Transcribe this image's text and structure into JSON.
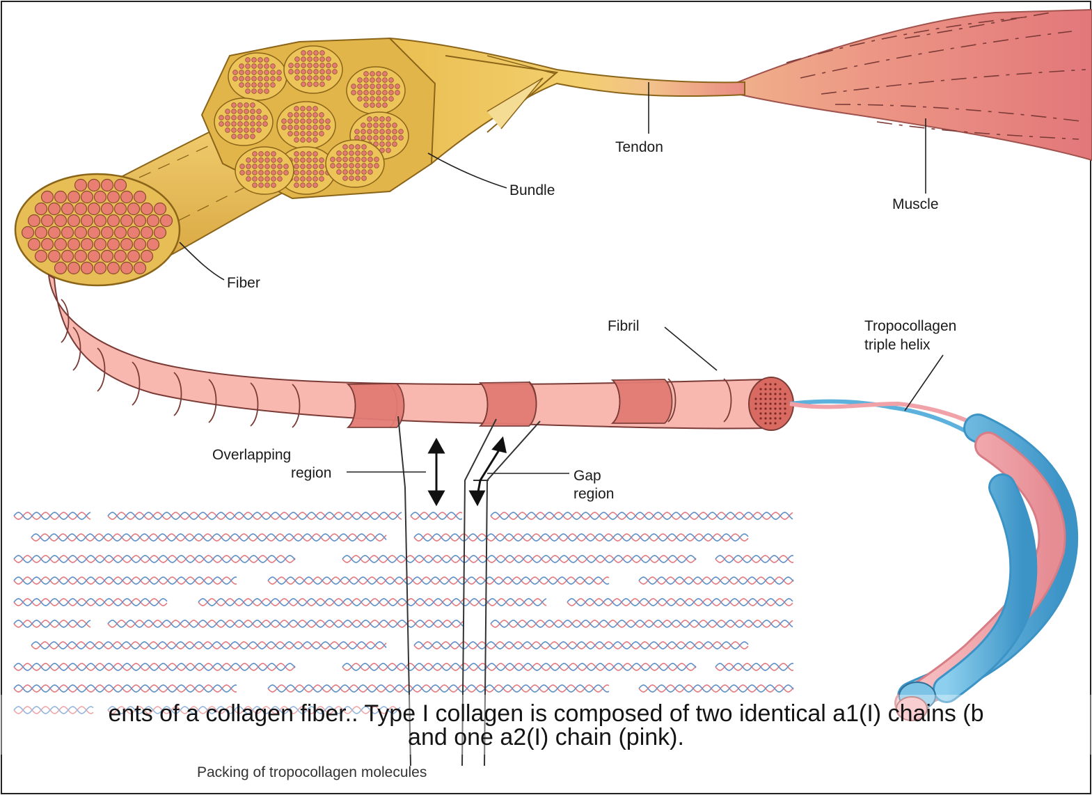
{
  "labels": {
    "tendon": "Tendon",
    "bundle": "Bundle",
    "muscle": "Muscle",
    "fiber": "Fiber",
    "fibril": "Fibril",
    "tropocollagen_line1": "Tropocollagen",
    "tropocollagen_line2": "triple helix",
    "overlap_line1": "Overlapping",
    "overlap_line2": "region",
    "gap_line1": "Gap",
    "gap_line2": "region"
  },
  "footer": "Packing of tropocollagen molecules",
  "caption": {
    "line1": "ents of a collagen fiber.. Type I collagen is composed of two identical a1(I) chains (b",
    "line2": "and one a2(I) chain (pink)."
  },
  "colors": {
    "tendon": "#ecc45a",
    "tendon_shade": "#c9932a",
    "muscle": "#e98c84",
    "fibril": "#f8b8b0",
    "fibril_band": "#e27b73",
    "chain_pink": "#f0a2a8",
    "chain_blue": "#5cb2dc",
    "fibril_core": "#e0695f"
  }
}
